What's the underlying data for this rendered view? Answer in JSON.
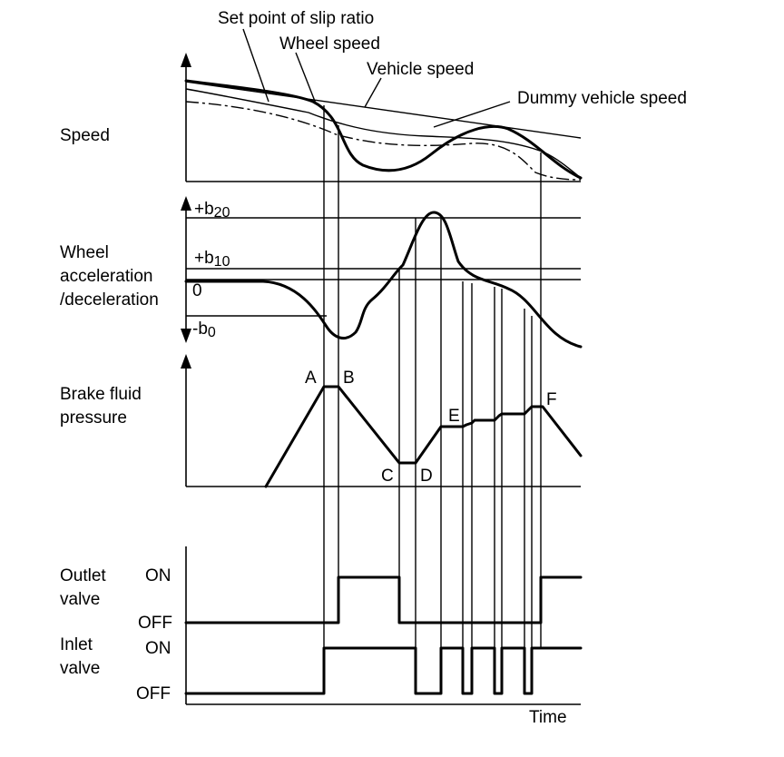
{
  "legend": {
    "set_point": "Set point of slip ratio",
    "wheel_speed": "Wheel speed",
    "vehicle_speed": "Vehicle speed",
    "dummy_vehicle_speed": "Dummy vehicle speed"
  },
  "panels": {
    "speed": "Speed",
    "accel_line1": "Wheel",
    "accel_line2": "acceleration",
    "accel_line3": "/deceleration",
    "brake_line1": "Brake fluid",
    "brake_line2": "pressure",
    "outlet_line1": "Outlet",
    "outlet_line2": "valve",
    "inlet_line1": "Inlet",
    "inlet_line2": "valve"
  },
  "levels": {
    "b20_prefix": "+b",
    "b20_sub": "20",
    "b10_prefix": "+b",
    "b10_sub": "10",
    "zero": "0",
    "b0_prefix": "-b",
    "b0_sub": "0"
  },
  "valve_states": {
    "outlet_on": "ON",
    "outlet_off": "OFF",
    "inlet_on": "ON",
    "inlet_off": "OFF"
  },
  "points": {
    "A": "A",
    "B": "B",
    "C": "C",
    "D": "D",
    "E": "E",
    "F": "F"
  },
  "time_label": "Time"
}
